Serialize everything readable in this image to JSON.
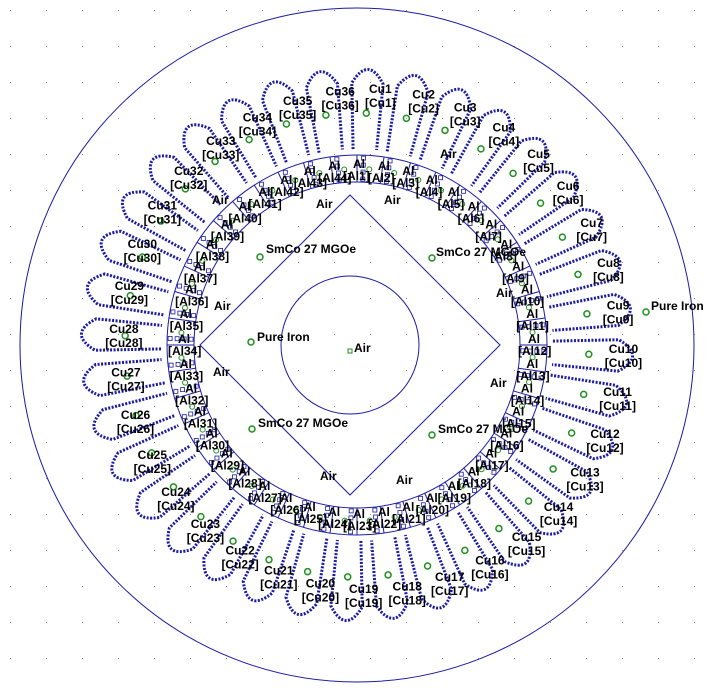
{
  "colors": {
    "background": "#ffffff",
    "geometry": "#1a1aa8",
    "mesh_grid": "#8a8aa0",
    "block_marker": "#1f8f1f",
    "label": "#000000"
  },
  "materials": {
    "outer_region": "Pure Iron",
    "rotor_core": "Pure Iron",
    "shaft": "Air",
    "magnets": [
      "SmCo 27 MGOe",
      "SmCo 27 MGOe",
      "SmCo 27 MGOe",
      "SmCo 27 MGOe"
    ],
    "air_gap_labels": [
      "Air",
      "Air",
      "Air",
      "Air",
      "Air",
      "Air",
      "Air",
      "Air",
      "Air",
      "Air"
    ]
  },
  "winding": {
    "slot_count": 44,
    "conductor_material": "Al",
    "coil_count": 36,
    "coil_labels": [
      "Cu1",
      "Cu2",
      "Cu3",
      "Cu4",
      "Cu5",
      "Cu6",
      "Cu7",
      "Cu8",
      "Cu9",
      "Cu10",
      "Cu11",
      "Cu12",
      "Cu13",
      "Cu14",
      "Cu15",
      "Cu16",
      "Cu17",
      "Cu18",
      "Cu19",
      "Cu20",
      "Cu21",
      "Cu22",
      "Cu23",
      "Cu24",
      "Cu25",
      "Cu26",
      "Cu27",
      "Cu28",
      "Cu29",
      "Cu30",
      "Cu31",
      "Cu32",
      "Cu33",
      "Cu34",
      "Cu35",
      "Cu36"
    ],
    "coil_group_labels": [
      "[Cu1]",
      "[Cu2]",
      "[Cu3]",
      "[Cu4]",
      "[Cu5]",
      "[Cu6]",
      "[Cu7]",
      "[Cu8]",
      "[Cu9]",
      "[Cu10]",
      "[Cu11]",
      "[Cu12]",
      "[Cu13]",
      "[Cu14]",
      "[Cu15]",
      "[Cu16]",
      "[Cu17]",
      "[Cu18]",
      "[Cu19]",
      "[Cu20]",
      "[Cu21]",
      "[Cu22]",
      "[Cu23]",
      "[Cu24]",
      "[Cu25]",
      "[Cu26]",
      "[Cu27]",
      "[Cu28]",
      "[Cu29]",
      "[Cu30]",
      "[Cu31]",
      "[Cu32]",
      "[Cu33]",
      "[Cu34]",
      "[Cu35]",
      "[Cu36]"
    ],
    "bar_group_labels": [
      "[Al1]",
      "[Al2]",
      "[Al3]",
      "[Al4]",
      "[Al5]",
      "[Al6]",
      "[Al7]",
      "[Al8]",
      "[Al9]",
      "[Al10]",
      "[Al11]",
      "[Al12]",
      "[Al13]",
      "[Al14]",
      "[Al15]",
      "[Al16]",
      "[Al17]",
      "[Al18]",
      "[Al19]",
      "[Al20]",
      "[Al21]",
      "[Al22]",
      "[Al23]",
      "[Al24]",
      "[Al25]",
      "[Al26]",
      "[Al27]",
      "[Al28]",
      "[Al29]",
      "[Al30]",
      "[Al31]",
      "[Al32]",
      "[Al33]",
      "[Al34]",
      "[Al35]",
      "[Al36]",
      "[Al37]",
      "[Al38]",
      "[Al39]",
      "[Al40]",
      "[Al41]",
      "[Al42]",
      "[Al43]",
      "[Al44]"
    ]
  }
}
